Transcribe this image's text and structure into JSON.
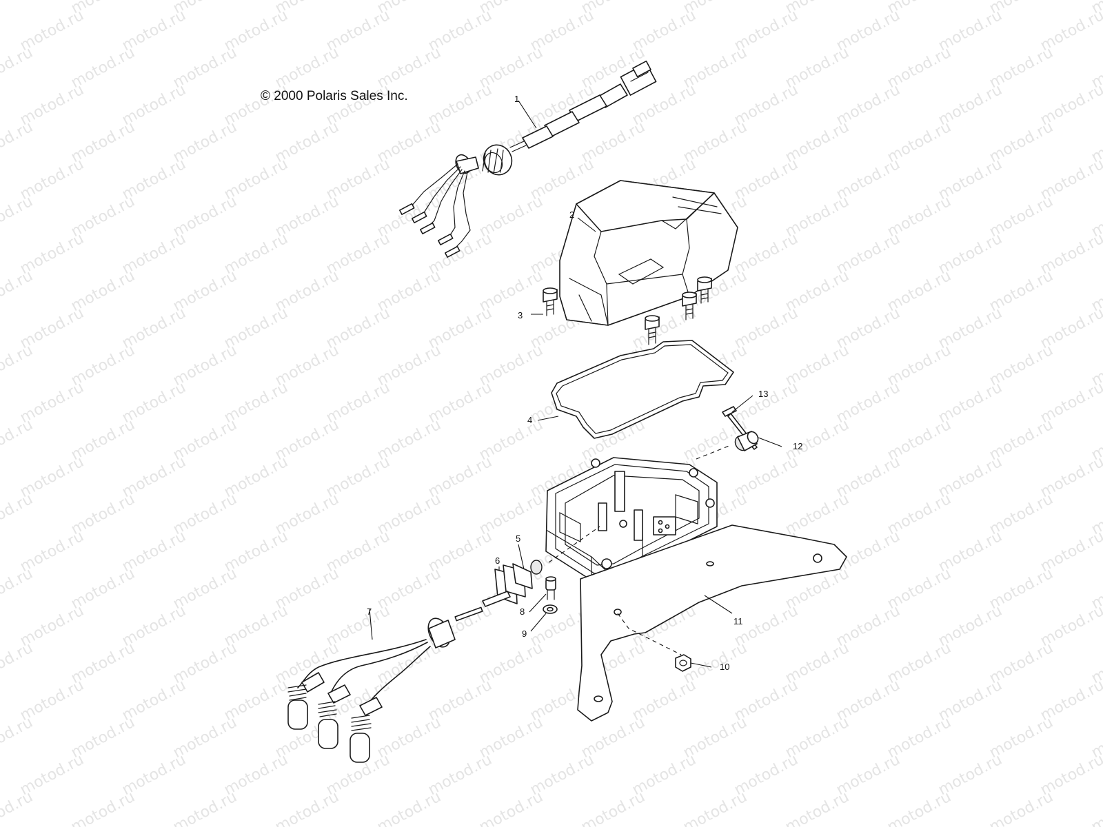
{
  "copyright": "© 2000 Polaris Sales Inc.",
  "watermark_text": "motod.ru",
  "callouts": {
    "c1": "1",
    "c2": "2",
    "c3": "3",
    "c4": "4",
    "c5": "5",
    "c6": "6",
    "c7": "7",
    "c8": "8",
    "c9": "9",
    "c10": "10",
    "c11": "11",
    "c12": "12",
    "c13": "13"
  },
  "colors": {
    "line": "#1a1a1a",
    "watermark": "#e4e4e4",
    "background": "#ffffff"
  }
}
